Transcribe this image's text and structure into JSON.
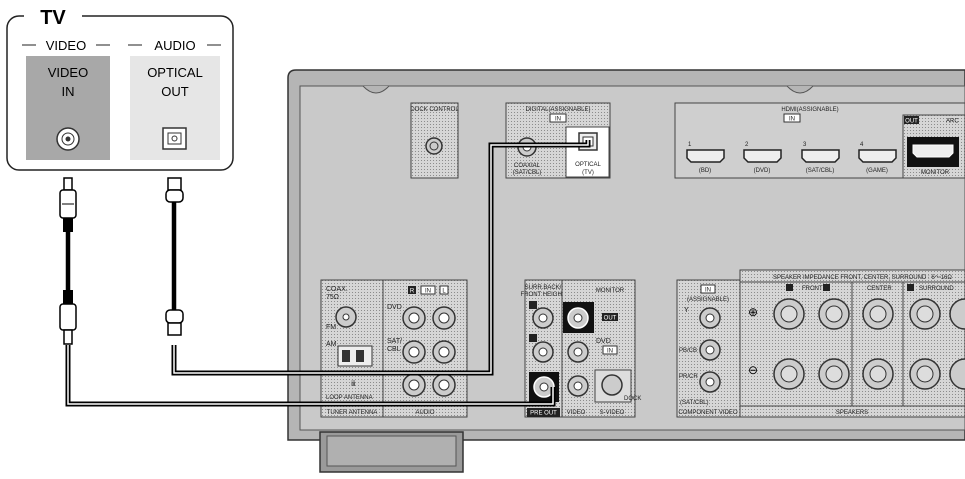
{
  "tv": {
    "title": "TV",
    "video_group": "VIDEO",
    "audio_group": "AUDIO",
    "video_in_line1": "VIDEO",
    "video_in_line2": "IN",
    "optical_out_line1": "OPTICAL",
    "optical_out_line2": "OUT"
  },
  "receiver": {
    "dock_control": "DOCK CONTROL",
    "digital": "DIGITAL(ASSIGNABLE)",
    "in": "IN",
    "coaxial": "COAXIAL",
    "coaxial_sub": "(SAT/CBL)",
    "optical": "OPTICAL",
    "optical_sub": "(TV)",
    "hdmi": "HDMI(ASSIGNABLE)",
    "hdmi_in": "IN",
    "hdmi_out": "OUT",
    "arc": "ARC",
    "hdmi_ports": [
      {
        "num": "1",
        "name": "(BD)"
      },
      {
        "num": "2",
        "name": "(DVD)"
      },
      {
        "num": "3",
        "name": "(SAT/CBL)"
      },
      {
        "num": "4",
        "name": "(GAME)"
      }
    ],
    "monitor": "MONITOR",
    "coax_ant": "COAX.",
    "ohm": "75Ω",
    "fm": "FM",
    "am": "AM",
    "loop_antenna": "LOOP ANTENNA",
    "tuner_antenna": "TUNER ANTENNA",
    "audio_r": "R",
    "audio_l": "L",
    "audio_in": "IN",
    "dvd": "DVD",
    "sat_cbl": "SAT/",
    "cbl": "CBL",
    "audio": "AUDIO",
    "surr_back": "SURR.BACK/",
    "front_height": "FRONT HEIGHT",
    "monitor_small": "MONITOR",
    "out": "OUT",
    "video": "VIDEO",
    "s_video": "S-VIDEO",
    "dock": "DOCK",
    "pre_out": "PRE OUT",
    "component_in": "IN",
    "assignable": "(ASSIGNABLE)",
    "y": "Y",
    "pb": "PB/CB",
    "pr": "PR/CR",
    "sat_cbl_comp": "(SAT/CBL)",
    "component_video": "COMPONENT VIDEO",
    "speaker_impedance": "SPEAKER IMPEDANCE   FRONT, CENTER, SURROUND : 6～16Ω",
    "front": "FRONT",
    "center": "CENTER",
    "surround": "SURROUND",
    "speakers": "SPEAKERS",
    "plus": "⊕",
    "minus": "⊖"
  }
}
